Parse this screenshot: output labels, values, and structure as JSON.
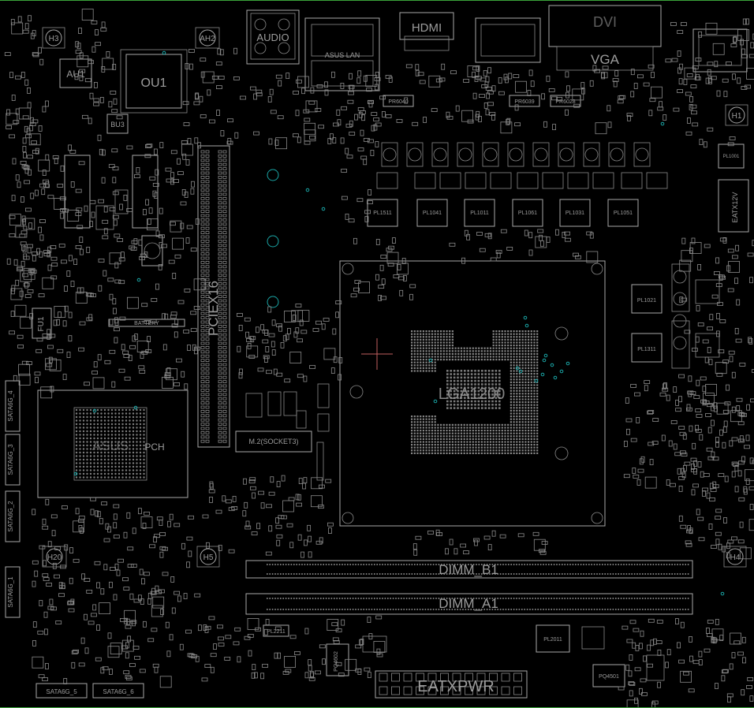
{
  "labels": {
    "audio": "AUDIO",
    "hdmi": "HDMI",
    "vga": "VGA",
    "ou1": "OU1",
    "au1": "AU1",
    "bu3": "BU3",
    "h3": "H3",
    "ah2": "AH2",
    "h1": "H1",
    "h4": "H4",
    "h5": "H5",
    "h20": "H20",
    "pciex16": "PCIEX16",
    "battery": "BATTERY",
    "fu1": "FU1",
    "m2": "M.2(SOCKET3)",
    "cpu": "LGA1200",
    "dimm_b1": "DIMM_B1",
    "dimm_a1": "DIMM_A1",
    "eatxpwr": "EATXPWR",
    "eatx12v": "EATX12V",
    "pch": "PCH",
    "pl1511": "PL1511",
    "pl1041": "PL1041",
    "pl1011": "PL1011",
    "pl1061": "PL1061",
    "pl1031": "PL1031",
    "pl1051": "PL1051",
    "pl1021": "PL1021",
    "pl1311": "PL1311",
    "pl2011": "PL2011",
    "pl2211": "PL2211",
    "pr6040": "PR6040",
    "pr6039": "PR6039",
    "pr6028": "PR6028",
    "pq4501": "PQ4501",
    "pq4602": "PQ4602",
    "pl1001": "PL1001",
    "sata6g_1": "SATA6G_1",
    "sata6g_2": "SATA6G_2",
    "sata6g_3": "SATA6G_3",
    "sata6g_4": "SATA6G_4",
    "sata6g_5": "SATA6G_5",
    "sata6g_6": "SATA6G_6"
  },
  "colors": {
    "background": "#000000",
    "outline": "#a8a8a8",
    "accent_teal": "#1aa6a6",
    "marker_red": "#c06060",
    "border_green": "#3aa43a"
  }
}
